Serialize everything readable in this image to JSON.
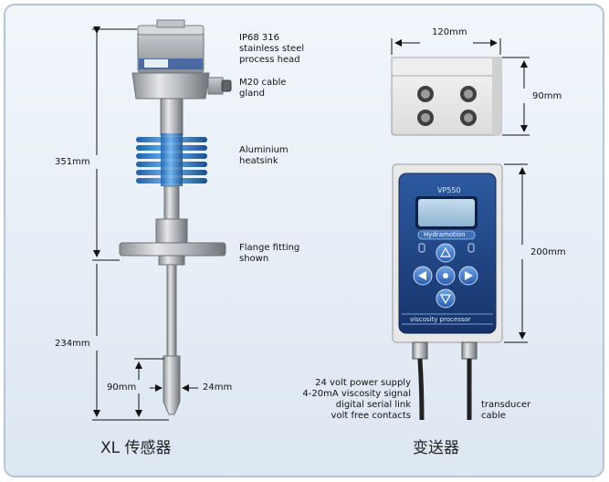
{
  "sensor": {
    "title": "XL 传感器",
    "callouts": {
      "head": "IP68 316 stainless steel process head",
      "gland": "M20 cable gland",
      "heatsink": "Aluminium heatsink",
      "flange": "Flange fitting shown"
    },
    "dims": {
      "upper": "351mm",
      "lower": "234mm",
      "tip_height": "90mm",
      "tip_width": "24mm"
    }
  },
  "transmitter": {
    "title": "变送器",
    "dims": {
      "width": "120mm",
      "box_height": "90mm",
      "unit_height": "200mm"
    },
    "device": {
      "model": "VP550",
      "brand": "Hydramotion",
      "footer": "viscosity processor"
    },
    "cable_left_lines": [
      "24 volt power supply",
      "4-20mA viscosity signal",
      "digital serial link",
      "volt free contacts"
    ],
    "cable_right": "transducer cable"
  },
  "colors": {
    "heatsink": "#2f7fd0",
    "panel": "#1c3f7a",
    "frame_border": "#b7c4d3"
  }
}
